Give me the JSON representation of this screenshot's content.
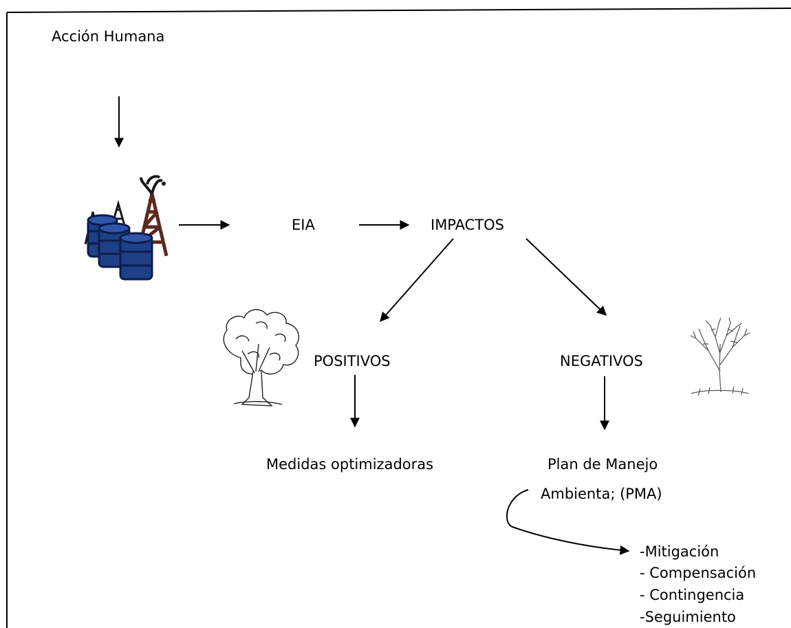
{
  "diagram": {
    "title": "Acción Humana",
    "nodes": {
      "eia": "EIA",
      "impactos": "IMPACTOS",
      "positivos": "POSITIVOS",
      "negativos": "NEGATIVOS",
      "medidas": "Medidas optimizadoras",
      "plan_line1": "Plan de Manejo",
      "plan_line2": "Ambienta; (PMA)"
    },
    "plan_items": [
      "-Mitigación",
      "- Compensación",
      "- Contingencia",
      "-Seguimiento"
    ],
    "icons": {
      "oil": "oil-rig-icon",
      "leafy_tree": "leafy-tree-icon",
      "bare_tree": "bare-tree-icon"
    },
    "colors": {
      "line": "#000000",
      "barrel": "#1f3f86",
      "barrel_dark": "#0d1e4a",
      "rig": "#5b2a1c",
      "rig_dark": "#1a1a1a"
    }
  }
}
